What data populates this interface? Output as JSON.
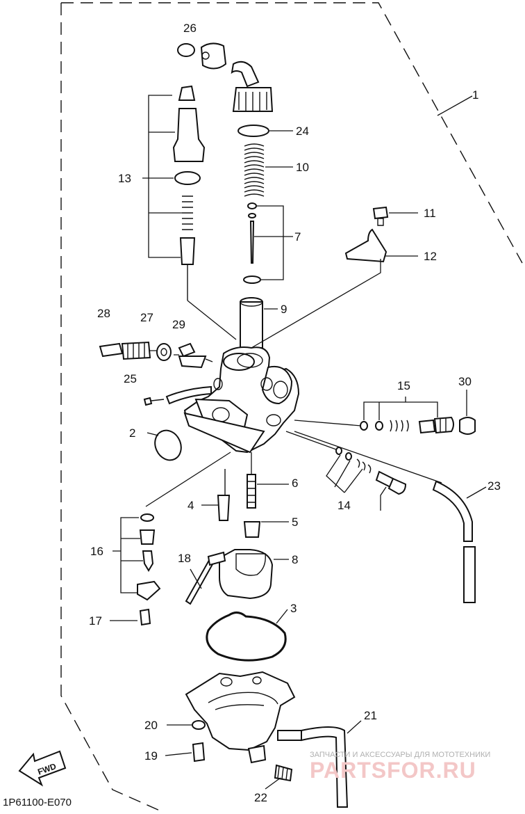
{
  "diagram": {
    "callouts": [
      "1",
      "2",
      "3",
      "4",
      "5",
      "6",
      "7",
      "8",
      "9",
      "10",
      "11",
      "12",
      "13",
      "14",
      "15",
      "16",
      "17",
      "18",
      "19",
      "20",
      "21",
      "22",
      "23",
      "24",
      "25",
      "26",
      "27",
      "28",
      "29",
      "30"
    ],
    "direction_label": "FWD",
    "figure_code": "1P61100-E070",
    "watermark": {
      "tagline": "ЗАПЧАСТИ И АКСЕССУАРЫ ДЛЯ МОТОТЕХНИКИ",
      "brand": "PARTSFOR.RU"
    }
  }
}
